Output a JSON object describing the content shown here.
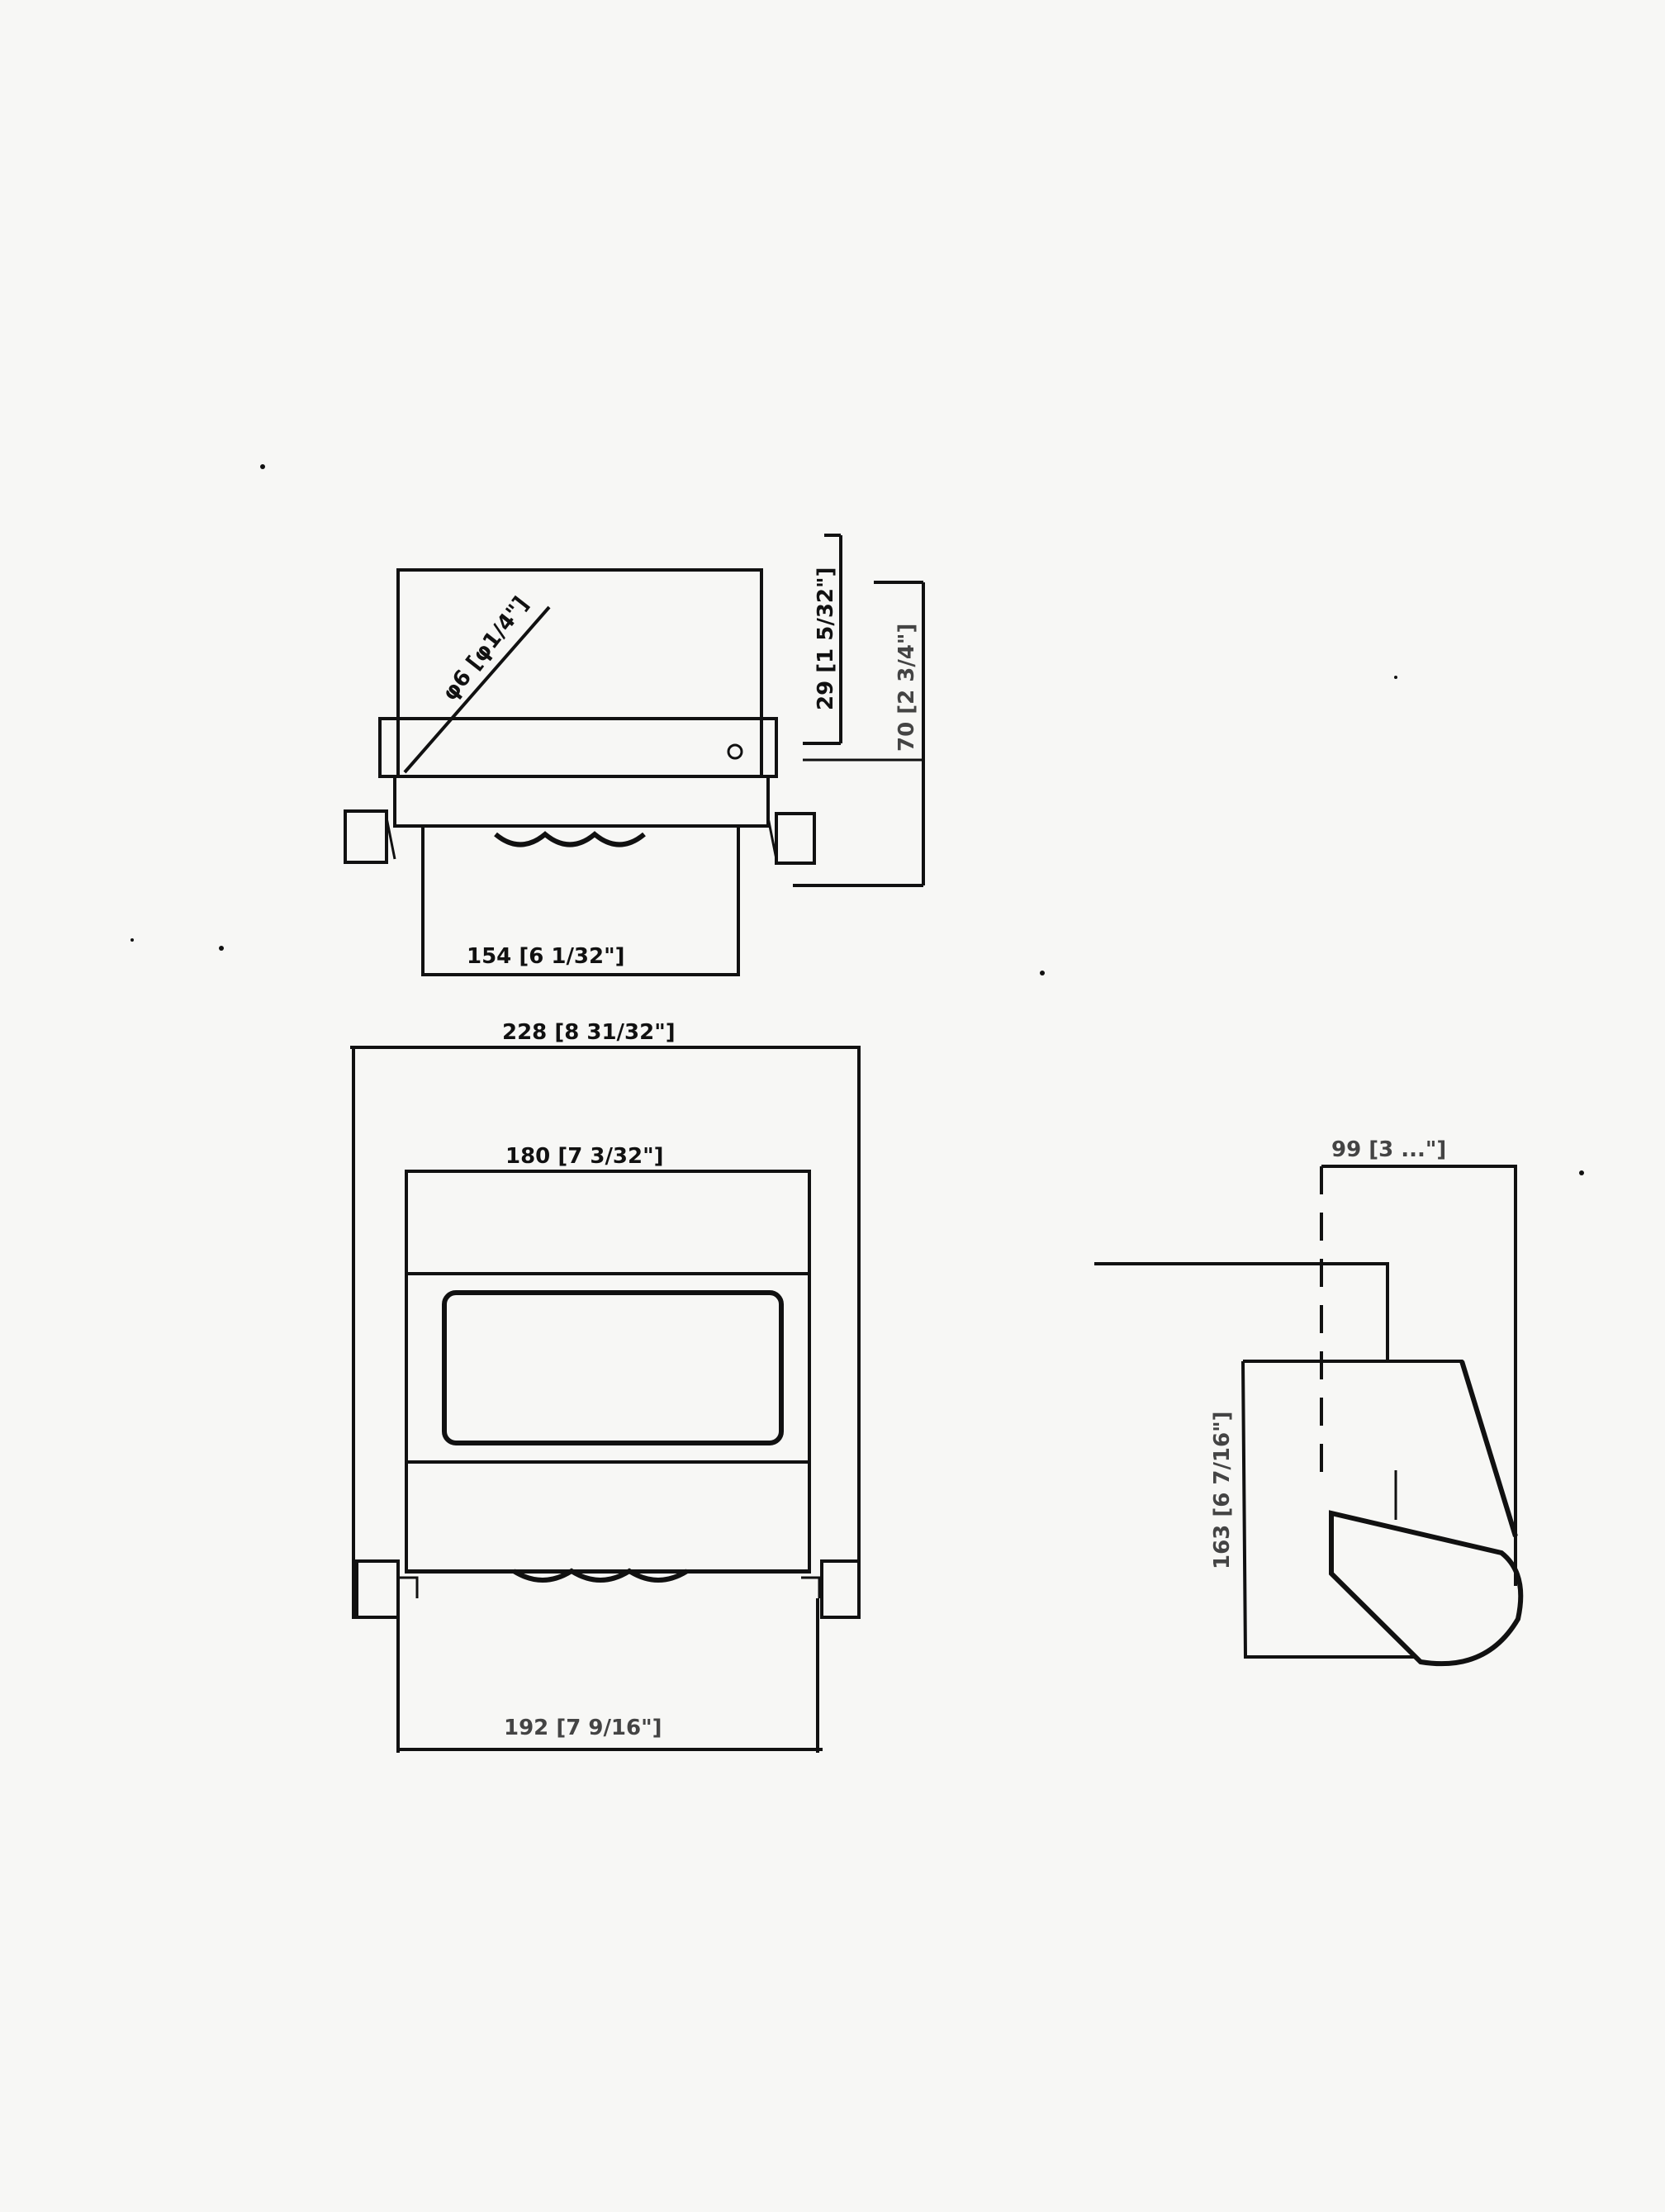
{
  "drawing": {
    "top_view": {
      "hole_label": "φ6 [φ1/4\"]",
      "height_small_label": "29 [1 5/32\"]",
      "height_large_label": "70 [2 3/4\"]",
      "width_label": "154 [6 1/32\"]"
    },
    "front_view": {
      "overall_width_label": "228 [8 31/32\"]",
      "inner_width_label": "180 [7 3/32\"]",
      "bottom_width_label": "192 [7 9/16\"]"
    },
    "side_view": {
      "depth_label": "99 [3 ...\"]",
      "height_label": "163 [6 7/16\"]"
    }
  }
}
